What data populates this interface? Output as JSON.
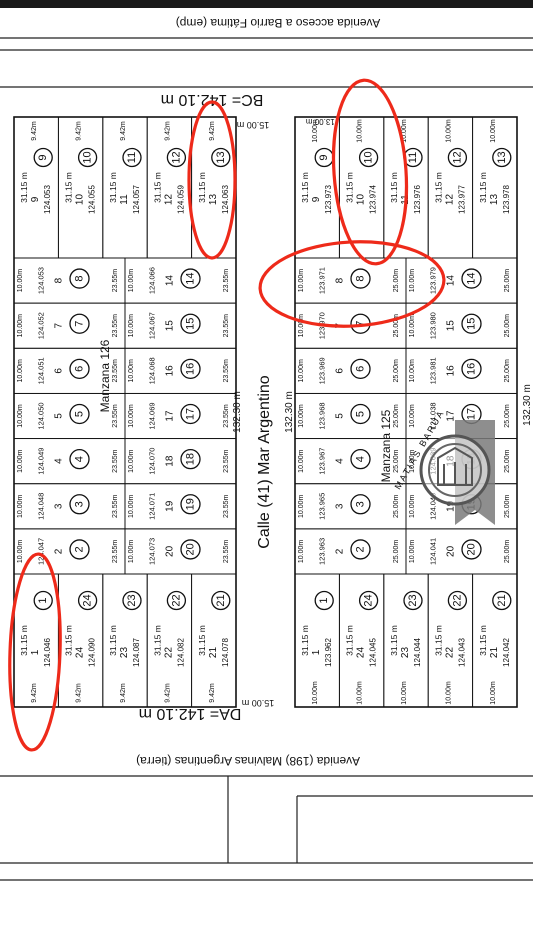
{
  "map": {
    "avenue_top": "Avenida acceso a Barrio Fátima (emp)",
    "avenue_bottom": "Avenida (198) Malvinas Argentinas (tierra)",
    "street_middle": "Calle (41) Mar Argentino",
    "dim_bc": "BC= 142.10 m",
    "dim_da": "DA= 142.10 m",
    "street_width_top": "15.00 m",
    "street_width_bottom": "15.00 m",
    "block_length": "132.30 m",
    "block_length_b": "132.30 m",
    "block_length_c": "132.30 m",
    "street_width_mid": "13.00 m"
  },
  "manzanas": [
    {
      "name": "Manzana 126",
      "corner_lots": [
        {
          "num": "1",
          "id": "124.046",
          "len": "31.15 m",
          "w": "9.42m"
        },
        {
          "num": "24",
          "id": "124.090",
          "len": "31.15 m",
          "w": "9.42m"
        },
        {
          "num": "23",
          "id": "124.087",
          "len": "31.15 m",
          "w": "9.42m"
        },
        {
          "num": "22",
          "id": "124.082",
          "len": "31.15 m",
          "w": "9.42m"
        },
        {
          "num": "21",
          "id": "124.078",
          "len": "31.15 m",
          "w": "9.42m"
        }
      ],
      "end_lots": [
        {
          "num": "9",
          "id": "124.053",
          "len": "31.15 m",
          "w": "9.42m"
        },
        {
          "num": "10",
          "id": "124.055",
          "len": "31.15 m",
          "w": "9.42m"
        },
        {
          "num": "11",
          "id": "124.057",
          "len": "31.15 m",
          "w": "9.42m"
        },
        {
          "num": "12",
          "id": "124.059",
          "len": "31.15 m",
          "w": "9.42m"
        },
        {
          "num": "13",
          "id": "124.063",
          "len": "31.15 m",
          "w": "9.42m"
        }
      ],
      "top_lots": [
        {
          "num": "2",
          "id": "124.047",
          "depth": "23.55m",
          "w": "10.00m"
        },
        {
          "num": "3",
          "id": "124.048",
          "depth": "23.55m",
          "w": "10.00m"
        },
        {
          "num": "4",
          "id": "124.049",
          "depth": "23.55m",
          "w": "10.00m"
        },
        {
          "num": "5",
          "id": "124.050",
          "depth": "23.55m",
          "w": "10.00m"
        },
        {
          "num": "6",
          "id": "124.051",
          "depth": "23.55m",
          "w": "10.00m"
        },
        {
          "num": "7",
          "id": "124.052",
          "depth": "23.55m",
          "w": "10.00m"
        },
        {
          "num": "8",
          "id": "124.053",
          "depth": "23.55m",
          "w": "10.00m"
        }
      ],
      "bottom_lots": [
        {
          "num": "20",
          "id": "124.073",
          "depth": "23.55m",
          "w": "10.00m"
        },
        {
          "num": "19",
          "id": "124.071",
          "depth": "23.55m",
          "w": "10.00m"
        },
        {
          "num": "18",
          "id": "124.070",
          "depth": "23.55m",
          "w": "10.00m"
        },
        {
          "num": "17",
          "id": "124.069",
          "depth": "23.55m",
          "w": "10.00m"
        },
        {
          "num": "16",
          "id": "124.068",
          "depth": "23.55m",
          "w": "10.00m"
        },
        {
          "num": "15",
          "id": "124.067",
          "depth": "23.55m",
          "w": "10.00m"
        },
        {
          "num": "14",
          "id": "124.066",
          "depth": "23.55m",
          "w": "10.00m"
        }
      ]
    },
    {
      "name": "Manzana 125",
      "corner_lots": [
        {
          "num": "1",
          "id": "123.962",
          "len": "31.15 m",
          "w": "10.00m"
        },
        {
          "num": "24",
          "id": "124.045",
          "len": "31.15 m",
          "w": "10.00m"
        },
        {
          "num": "23",
          "id": "124.044",
          "len": "31.15 m",
          "w": "10.00m"
        },
        {
          "num": "22",
          "id": "124.043",
          "len": "31.15 m",
          "w": "10.00m"
        },
        {
          "num": "21",
          "id": "124.042",
          "len": "31.15 m",
          "w": "10.00m"
        }
      ],
      "end_lots": [
        {
          "num": "9",
          "id": "123.973",
          "len": "31.15 m",
          "w": "10.00m"
        },
        {
          "num": "10",
          "id": "123.974",
          "len": "31.15 m",
          "w": "10.00m"
        },
        {
          "num": "11",
          "id": "123.976",
          "len": "31.15 m",
          "w": "10.00m"
        },
        {
          "num": "12",
          "id": "123.977",
          "len": "31.15 m",
          "w": "10.00m"
        },
        {
          "num": "13",
          "id": "123.978",
          "len": "31.15 m",
          "w": "10.00m"
        }
      ],
      "top_lots": [
        {
          "num": "2",
          "id": "123.963",
          "depth": "25.00m",
          "w": "10.00m"
        },
        {
          "num": "3",
          "id": "123.965",
          "depth": "25.00m",
          "w": "10.00m"
        },
        {
          "num": "4",
          "id": "123.967",
          "depth": "25.00m",
          "w": "10.00m"
        },
        {
          "num": "5",
          "id": "123.968",
          "depth": "25.00m",
          "w": "10.00m"
        },
        {
          "num": "6",
          "id": "123.969",
          "depth": "25.00m",
          "w": "10.00m"
        },
        {
          "num": "7",
          "id": "123.970",
          "depth": "25.00m",
          "w": "10.00m"
        },
        {
          "num": "8",
          "id": "123.971",
          "depth": "25.00m",
          "w": "10.00m"
        }
      ],
      "bottom_lots": [
        {
          "num": "20",
          "id": "124.041",
          "depth": "25.00m",
          "w": "10.00m"
        },
        {
          "num": "19",
          "id": "124.040",
          "depth": "25.00m",
          "w": "10.00m"
        },
        {
          "num": "18",
          "id": "124.039",
          "depth": "25.00m",
          "w": "10.00m"
        },
        {
          "num": "17",
          "id": "124.038",
          "depth": "25.00m",
          "w": "10.00m"
        },
        {
          "num": "16",
          "id": "123.981",
          "depth": "25.00m",
          "w": "10.00m"
        },
        {
          "num": "15",
          "id": "123.980",
          "depth": "25.00m",
          "w": "10.00m"
        },
        {
          "num": "14",
          "id": "123.979",
          "depth": "25.00m",
          "w": "10.00m"
        }
      ]
    }
  ],
  "watermark": {
    "text": "MATIAS BARUA"
  },
  "annotation_color": "#ee2a1a"
}
